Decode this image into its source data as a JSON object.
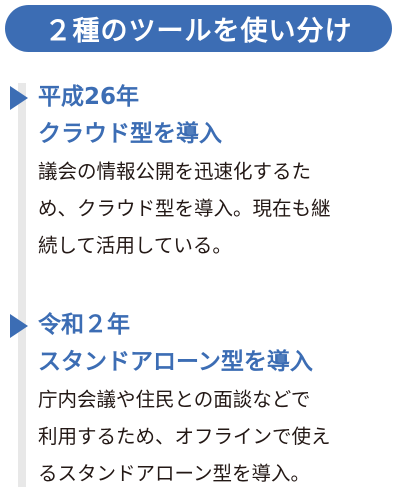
{
  "header": {
    "title": "２種のツールを使い分け"
  },
  "colors": {
    "accent": "#3c6db4",
    "header_bg": "#3c6db4",
    "timeline": "#e8e8e8"
  },
  "sections": [
    {
      "title_lines": [
        "平成26年",
        "クラウド型を導入"
      ],
      "description_lines": [
        "議会の情報公開を迅速化するた",
        "め、クラウド型を導入。現在も継",
        "続して活用している。"
      ]
    },
    {
      "title_lines": [
        "令和２年",
        "スタンドアローン型を導入"
      ],
      "description_lines": [
        "庁内会議や住民との面談などで",
        "利用するため、オフラインで使え",
        "るスタンドアローン型を導入。"
      ]
    }
  ]
}
